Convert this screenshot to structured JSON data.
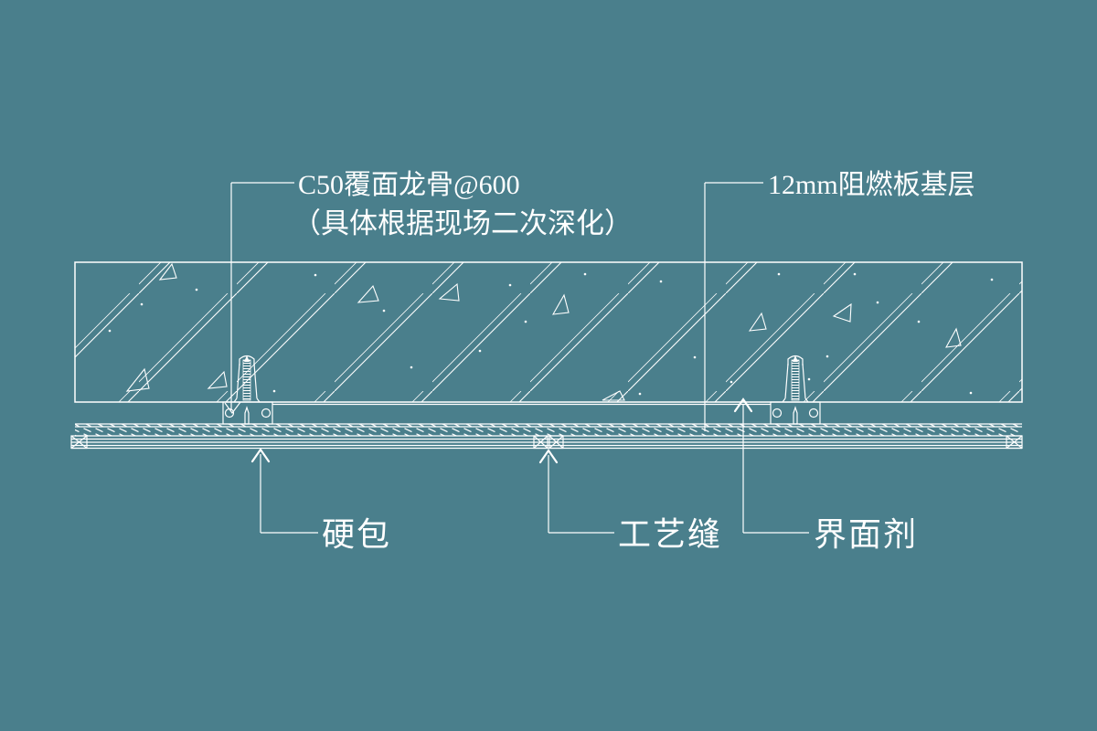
{
  "drawing": {
    "type": "construction-detail-section",
    "colors": {
      "background": "#4a7f8c",
      "line": "#ffffff"
    },
    "labels": {
      "furring_line1": "C50覆面龙骨@600",
      "furring_line2": "（具体根据现场二次深化）",
      "board": "12mm阻燃板基层",
      "hard_pack": "硬包",
      "process_seam": "工艺缝",
      "interface_agent": "界面剂"
    }
  }
}
